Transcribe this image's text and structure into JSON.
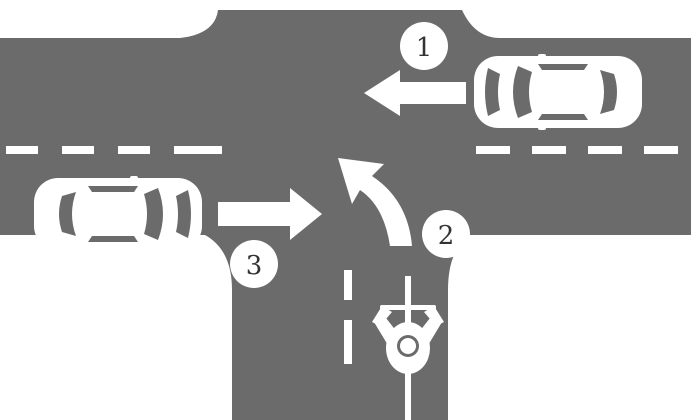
{
  "colors": {
    "road": "#6b6b6b",
    "marking": "#ffffff",
    "vehicle": "#ffffff",
    "vehicle_glass": "#6b6b6b",
    "label_circle": "#ffffff",
    "label_text": "#333333"
  },
  "labels": {
    "car_right": "1",
    "bicycle": "2",
    "car_left": "3"
  },
  "icons": {
    "car_right": "car-icon",
    "car_left": "car-icon",
    "bicycle": "bicycle-icon",
    "arrow_1": "arrow-left-icon",
    "arrow_2": "arrow-curved-left-icon",
    "arrow_3": "arrow-right-icon"
  }
}
